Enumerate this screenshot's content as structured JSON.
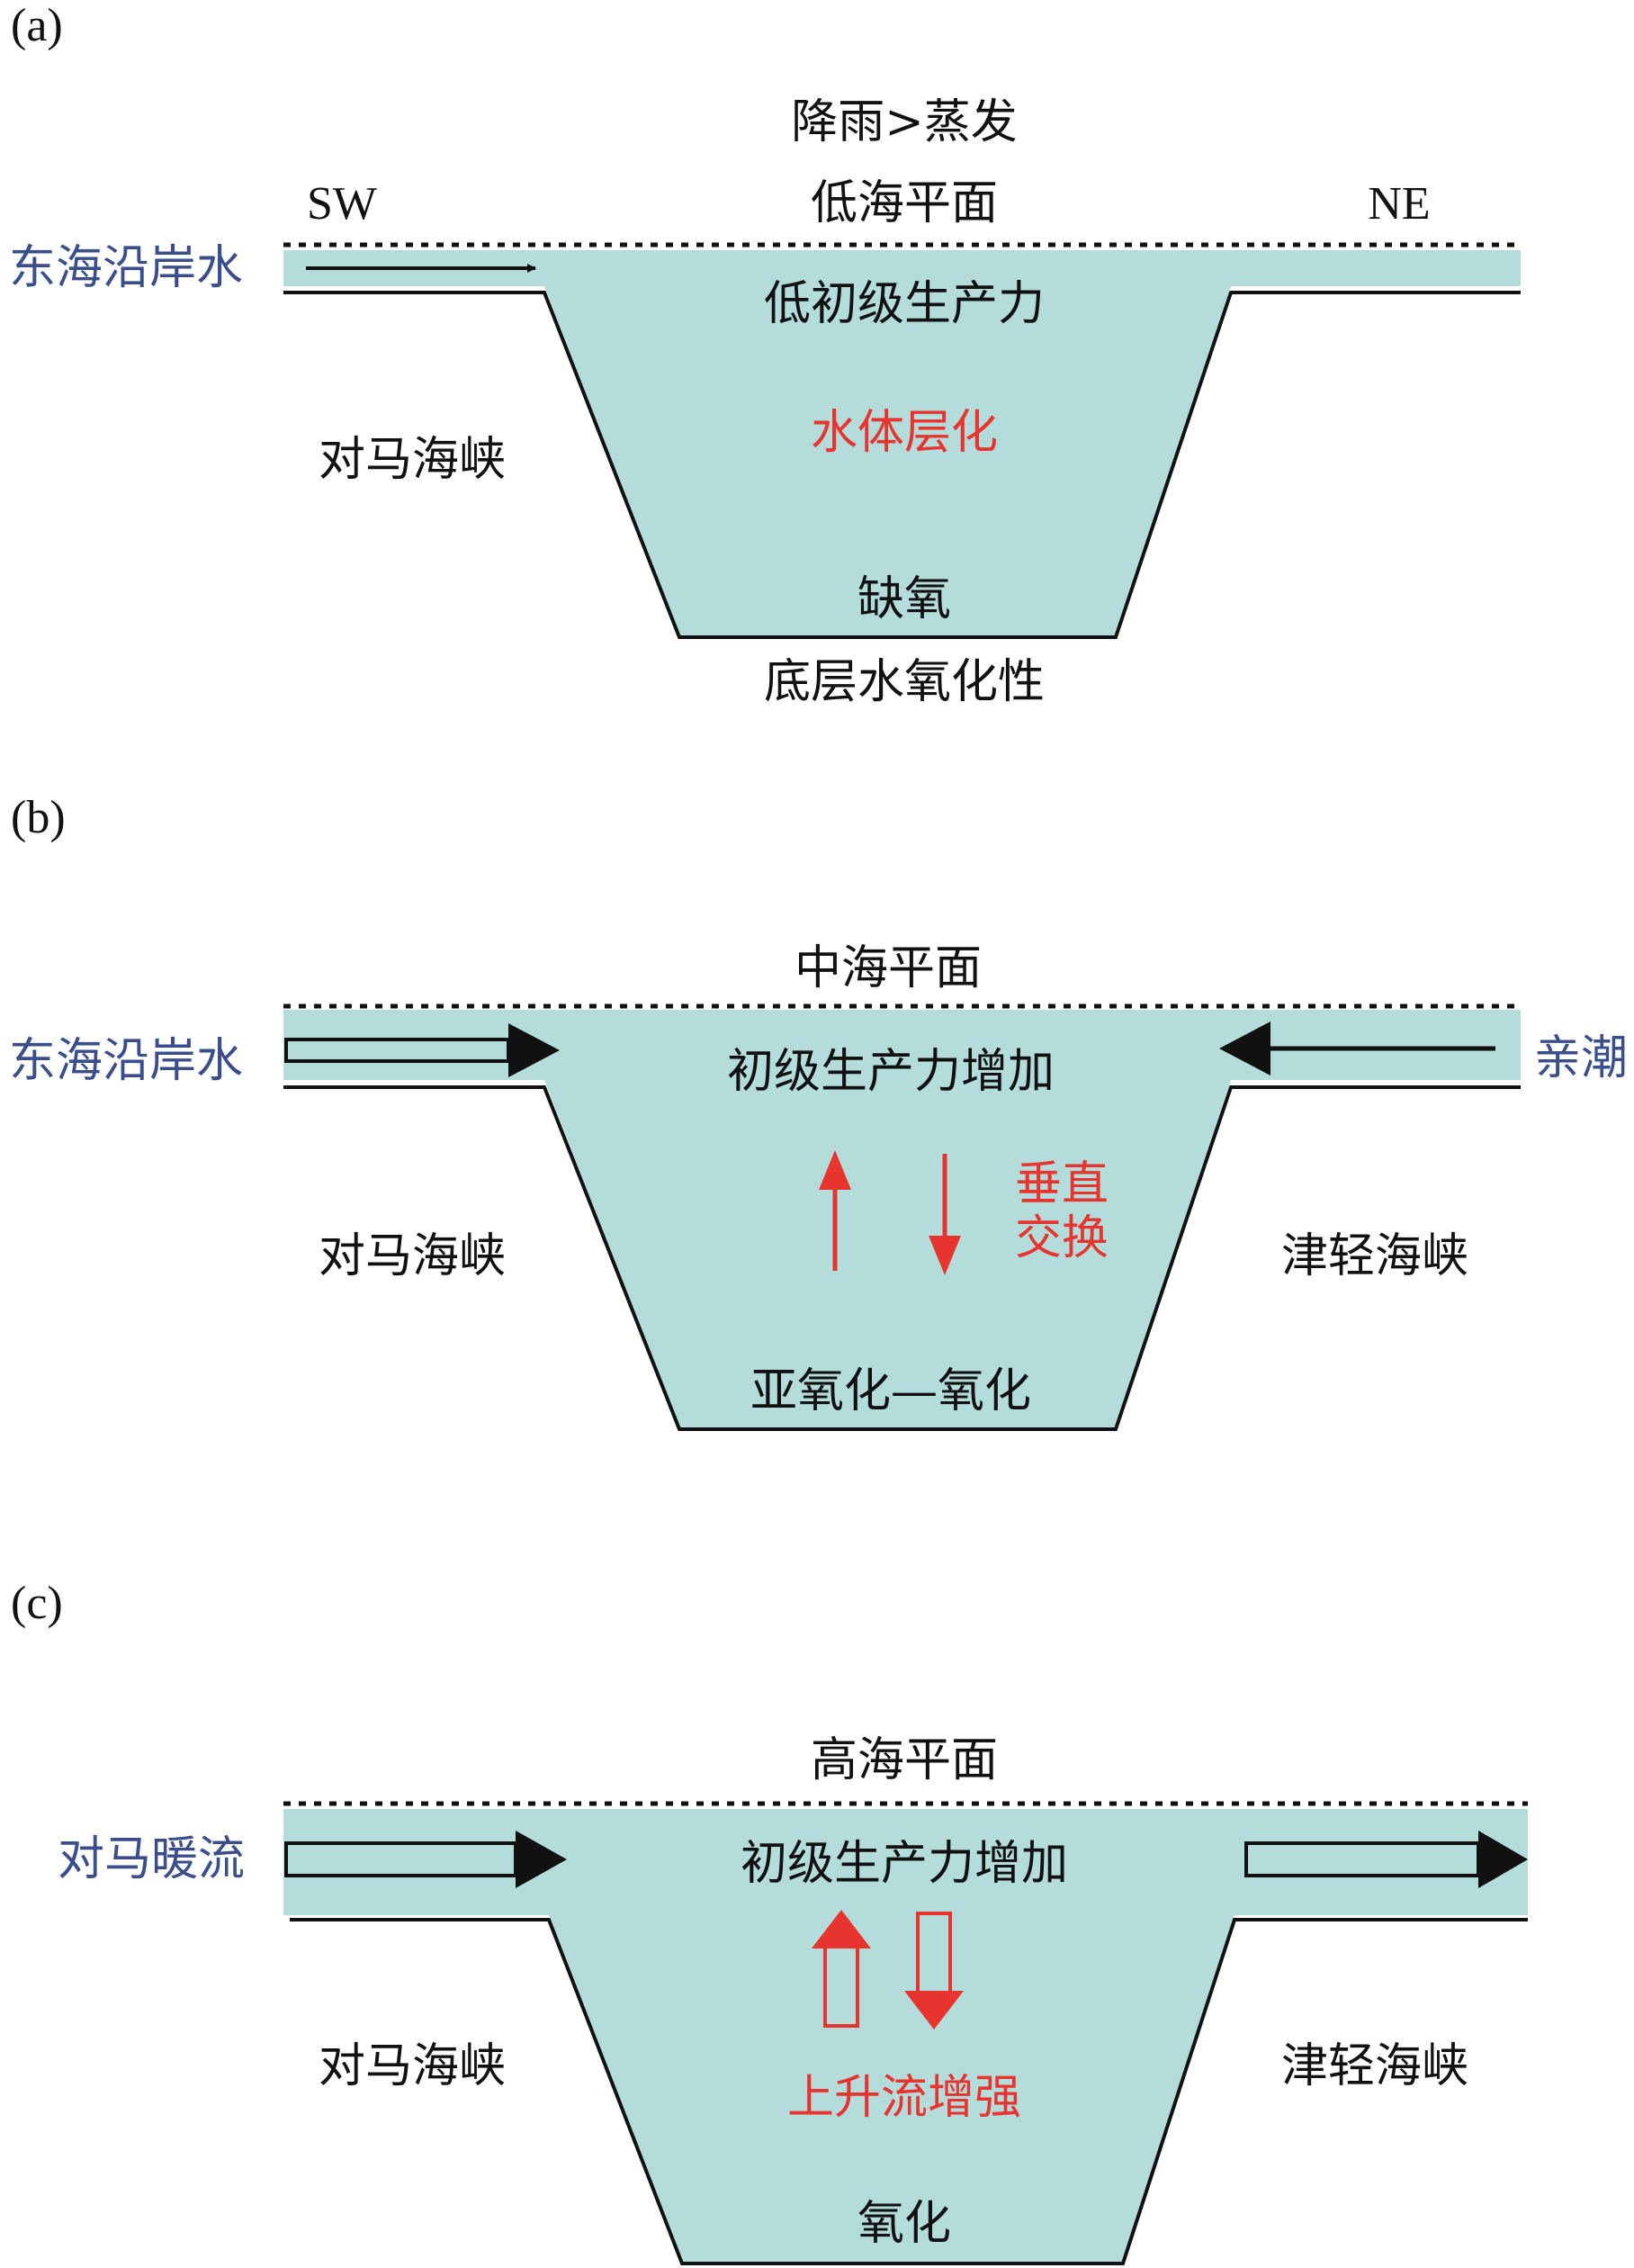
{
  "colors": {
    "water": "#b3dcdb",
    "current_blue": "#3a4e8c",
    "red": "#e8342e",
    "line": "#111111"
  },
  "panels": [
    {
      "id": "a",
      "tag": "(a)",
      "top_note": "降雨>蒸发",
      "sea_level": "低海平面",
      "dir_left": "SW",
      "dir_right": "NE",
      "left_current": "东海沿岸水",
      "surface": "低初级生产力",
      "middle": "水体层化",
      "bottom": "缺氧",
      "below": "底层水氧化性",
      "left_strait": "对马海峡"
    },
    {
      "id": "b",
      "tag": "(b)",
      "sea_level": "中海平面",
      "left_current": "东海沿岸水",
      "right_current": "亲潮",
      "surface": "初级生产力增加",
      "exchange_line1": "垂直",
      "exchange_line2": "交换",
      "bottom": "亚氧化—氧化",
      "left_strait": "对马海峡",
      "right_strait": "津轻海峡"
    },
    {
      "id": "c",
      "tag": "(c)",
      "sea_level": "高海平面",
      "left_current": "对马暖流",
      "surface": "初级生产力增加",
      "middle": "上升流增强",
      "bottom": "氧化",
      "left_strait": "对马海峡",
      "right_strait": "津轻海峡"
    }
  ]
}
